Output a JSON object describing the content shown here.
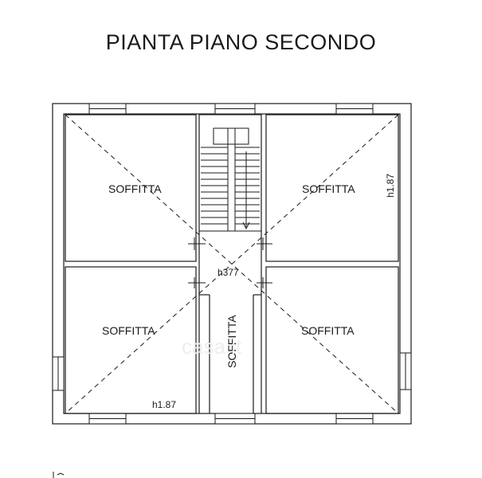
{
  "title": "PIANTA PIANO SECONDO",
  "rooms": [
    {
      "label": "SOFFITTA"
    },
    {
      "label": "SOFFITTA"
    },
    {
      "label": "SOFFITTA"
    },
    {
      "label": "SOFFITTA"
    },
    {
      "label": "SOFFITTA"
    }
  ],
  "dimensions": {
    "top_right_height": "h1.87",
    "bottom_left_height": "h1.87",
    "corridor_height": "h377"
  },
  "watermark": "casa.it",
  "colors": {
    "line": "#1a1a1a",
    "background": "#ffffff"
  }
}
